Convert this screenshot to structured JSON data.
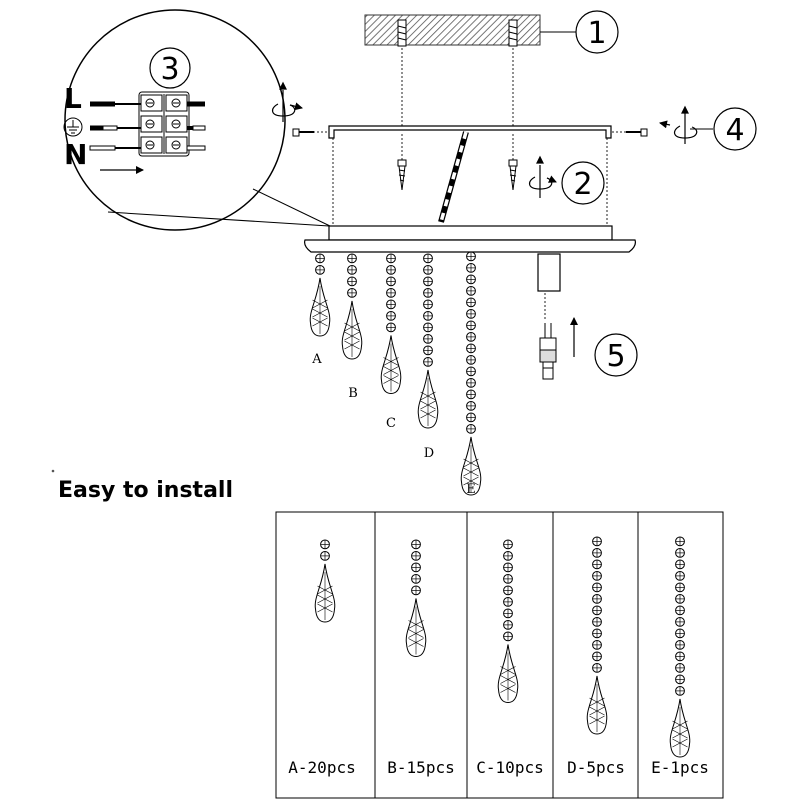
{
  "title": "Easy to install",
  "step_labels": [
    "1",
    "2",
    "3",
    "4",
    "5"
  ],
  "terminal_labels": {
    "live": "L",
    "neutral": "N"
  },
  "pendant_letters": [
    "A",
    "B",
    "C",
    "D",
    "E"
  ],
  "quantity_labels": [
    "A-20pcs",
    "B-15pcs",
    "C-10pcs",
    "D-5pcs",
    "E-1pcs"
  ]
}
